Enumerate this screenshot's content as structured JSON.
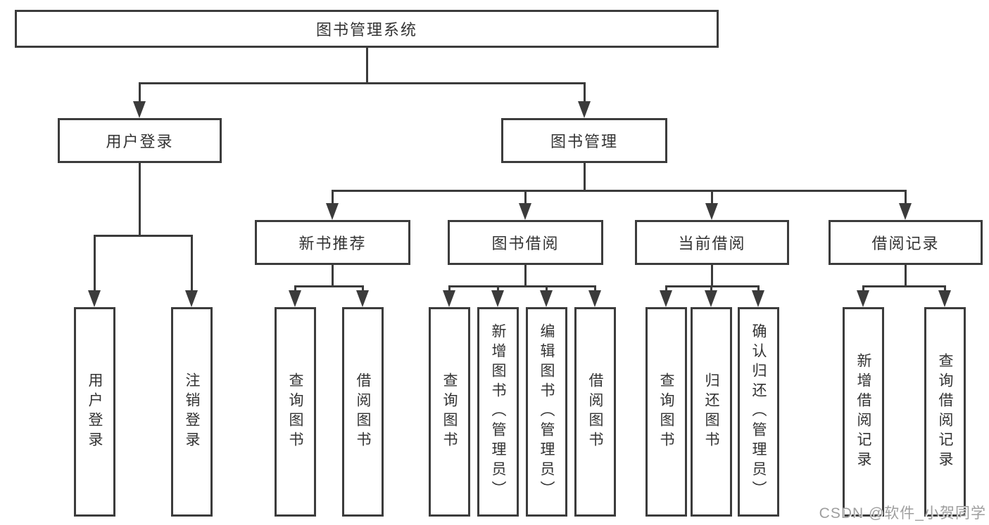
{
  "nodes": {
    "root": "图书管理系统",
    "level2": [
      "用户登录",
      "图书管理"
    ],
    "level3": [
      "新书推荐",
      "图书借阅",
      "当前借阅",
      "借阅记录"
    ],
    "leaves": [
      [
        "用户登录",
        "注销登录"
      ],
      [
        "查询图书",
        "借阅图书"
      ],
      [
        "查询图书",
        "新增图书（管理员）",
        "编辑图书（管理员）",
        "借阅图书"
      ],
      [
        "查询图书",
        "归还图书",
        "确认归还（管理员）"
      ],
      [
        "新增借阅记录",
        "查询借阅记录"
      ]
    ]
  },
  "watermark": "CSDN @软件_小贺同学",
  "colors": {
    "line": "#3b3b3b",
    "border": "#3c3c3c",
    "text": "#333333",
    "watermark": "#9e9e9e",
    "background": "#ffffff"
  }
}
